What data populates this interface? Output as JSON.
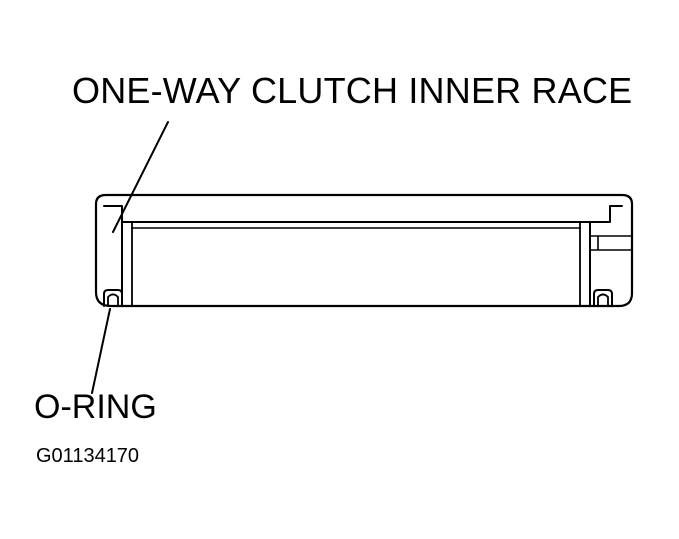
{
  "labels": {
    "inner_race": "ONE-WAY CLUTCH INNER RACE",
    "o_ring": "O-RING",
    "figure_code": "G01134170"
  },
  "colors": {
    "ink": "#000000",
    "background": "#ffffff"
  }
}
